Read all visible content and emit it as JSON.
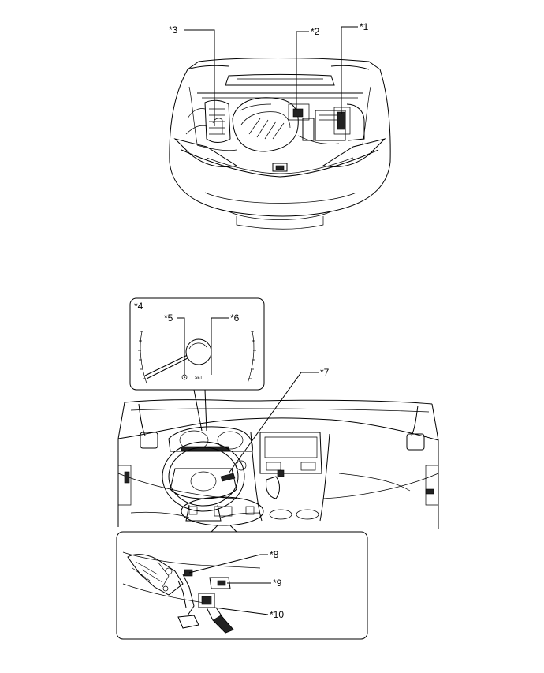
{
  "callouts": {
    "c1": "*1",
    "c2": "*2",
    "c3": "*3",
    "c4": "*4",
    "c5": "*5",
    "c6": "*6",
    "c7": "*7",
    "c8": "*8",
    "c9": "*9",
    "c10": "*10"
  },
  "gauge_text": {
    "set": "SET"
  }
}
